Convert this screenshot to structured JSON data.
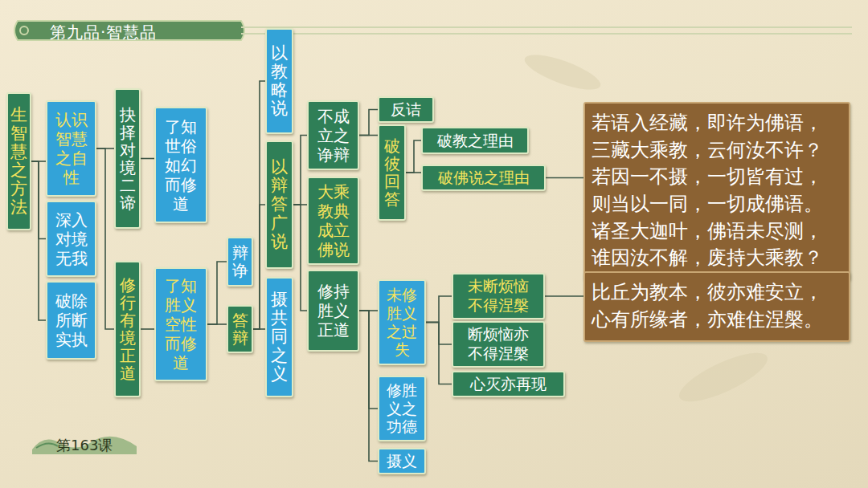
{
  "diagram": {
    "title": "第九品·智慧品",
    "nodes": [
      {
        "text": [
          "生智慧之方法"
        ]
      },
      {
        "text": [
          "认识智慧之自性"
        ]
      },
      {
        "text": [
          "深入对境无我"
        ]
      },
      {
        "text": [
          "破除所断实执"
        ]
      },
      {
        "text": [
          "抉择对境二谛"
        ]
      },
      {
        "text": [
          "修行有境正道"
        ]
      },
      {
        "text": [
          "了知世俗如幻而修道"
        ]
      },
      {
        "text": [
          "了知胜义空性而修道"
        ]
      },
      {
        "text": [
          "辩诤"
        ]
      },
      {
        "text": [
          "答辩"
        ]
      },
      {
        "text": [
          "以教略说"
        ]
      },
      {
        "text": [
          "以辩答广说"
        ]
      },
      {
        "text": [
          "摄共同之义"
        ]
      },
      {
        "text": [
          "不成立之诤辩"
        ]
      },
      {
        "text": [
          "大乘教典成立佛说"
        ]
      },
      {
        "text": [
          "修持胜义正道"
        ]
      },
      {
        "text": [
          "反诘"
        ]
      },
      {
        "text": [
          "破彼回答"
        ]
      },
      {
        "text": [
          "破教之理由"
        ]
      },
      {
        "text": [
          "破佛说之理由"
        ]
      },
      {
        "text": [
          "若语入经藏，即许为佛语， 三藏大乘教，云何汝不许？ 若因一不摄，一切皆有过， 则当以一同，一切成佛语。 诸圣大迦叶，佛语未尽测， 谁因汝不解，废持大乘教？"
        ]
      },
      {
        "text": [
          "未修胜义之过失"
        ]
      },
      {
        "text": [
          "修胜义之功德"
        ]
      },
      {
        "text": [
          "摄义"
        ]
      },
      {
        "text": [
          "未断烦恼不得涅槃"
        ]
      },
      {
        "text": [
          "断烦恼亦不得涅槃"
        ]
      },
      {
        "text": [
          "心灭亦再现"
        ]
      },
      {
        "text": [
          "比丘为教本，彼亦难安立， 心有所缘者，亦难住涅槃。"
        ]
      }
    ],
    "edges": [
      {
        "from": 0,
        "to": 1,
        "arrow": "none"
      },
      {
        "from": 0,
        "to": 2,
        "arrow": "none"
      },
      {
        "from": 0,
        "to": 3,
        "arrow": "none"
      },
      {
        "from": 1,
        "to": 4,
        "arrow": "none"
      },
      {
        "from": 1,
        "to": 5,
        "arrow": "none"
      },
      {
        "from": 4,
        "to": 6,
        "arrow": "none"
      },
      {
        "from": 5,
        "to": 7,
        "arrow": "none"
      },
      {
        "from": 7,
        "to": 8,
        "arrow": "none"
      },
      {
        "from": 7,
        "to": 9,
        "arrow": "none"
      },
      {
        "from": 9,
        "to": 10,
        "arrow": "none"
      },
      {
        "from": 9,
        "to": 11,
        "arrow": "none"
      },
      {
        "from": 9,
        "to": 12,
        "arrow": "none"
      },
      {
        "from": 11,
        "to": 13,
        "arrow": "none"
      },
      {
        "from": 11,
        "to": 14,
        "arrow": "none"
      },
      {
        "from": 11,
        "to": 15,
        "arrow": "none"
      },
      {
        "from": 13,
        "to": 16,
        "arrow": "none"
      },
      {
        "from": 13,
        "to": 17,
        "arrow": "none"
      },
      {
        "from": 17,
        "to": 18,
        "arrow": "none"
      },
      {
        "from": 17,
        "to": 19,
        "arrow": "none"
      },
      {
        "from": 19,
        "to": 20,
        "arrow": "none"
      },
      {
        "from": 15,
        "to": 21,
        "arrow": "none"
      },
      {
        "from": 15,
        "to": 22,
        "arrow": "none"
      },
      {
        "from": 15,
        "to": 23,
        "arrow": "none"
      },
      {
        "from": 21,
        "to": 24,
        "arrow": "none"
      },
      {
        "from": 21,
        "to": 25,
        "arrow": "none"
      },
      {
        "from": 21,
        "to": 26,
        "arrow": "none"
      },
      {
        "from": 24,
        "to": 27,
        "arrow": "none"
      }
    ],
    "labels": [
      "第163课"
    ]
  }
}
